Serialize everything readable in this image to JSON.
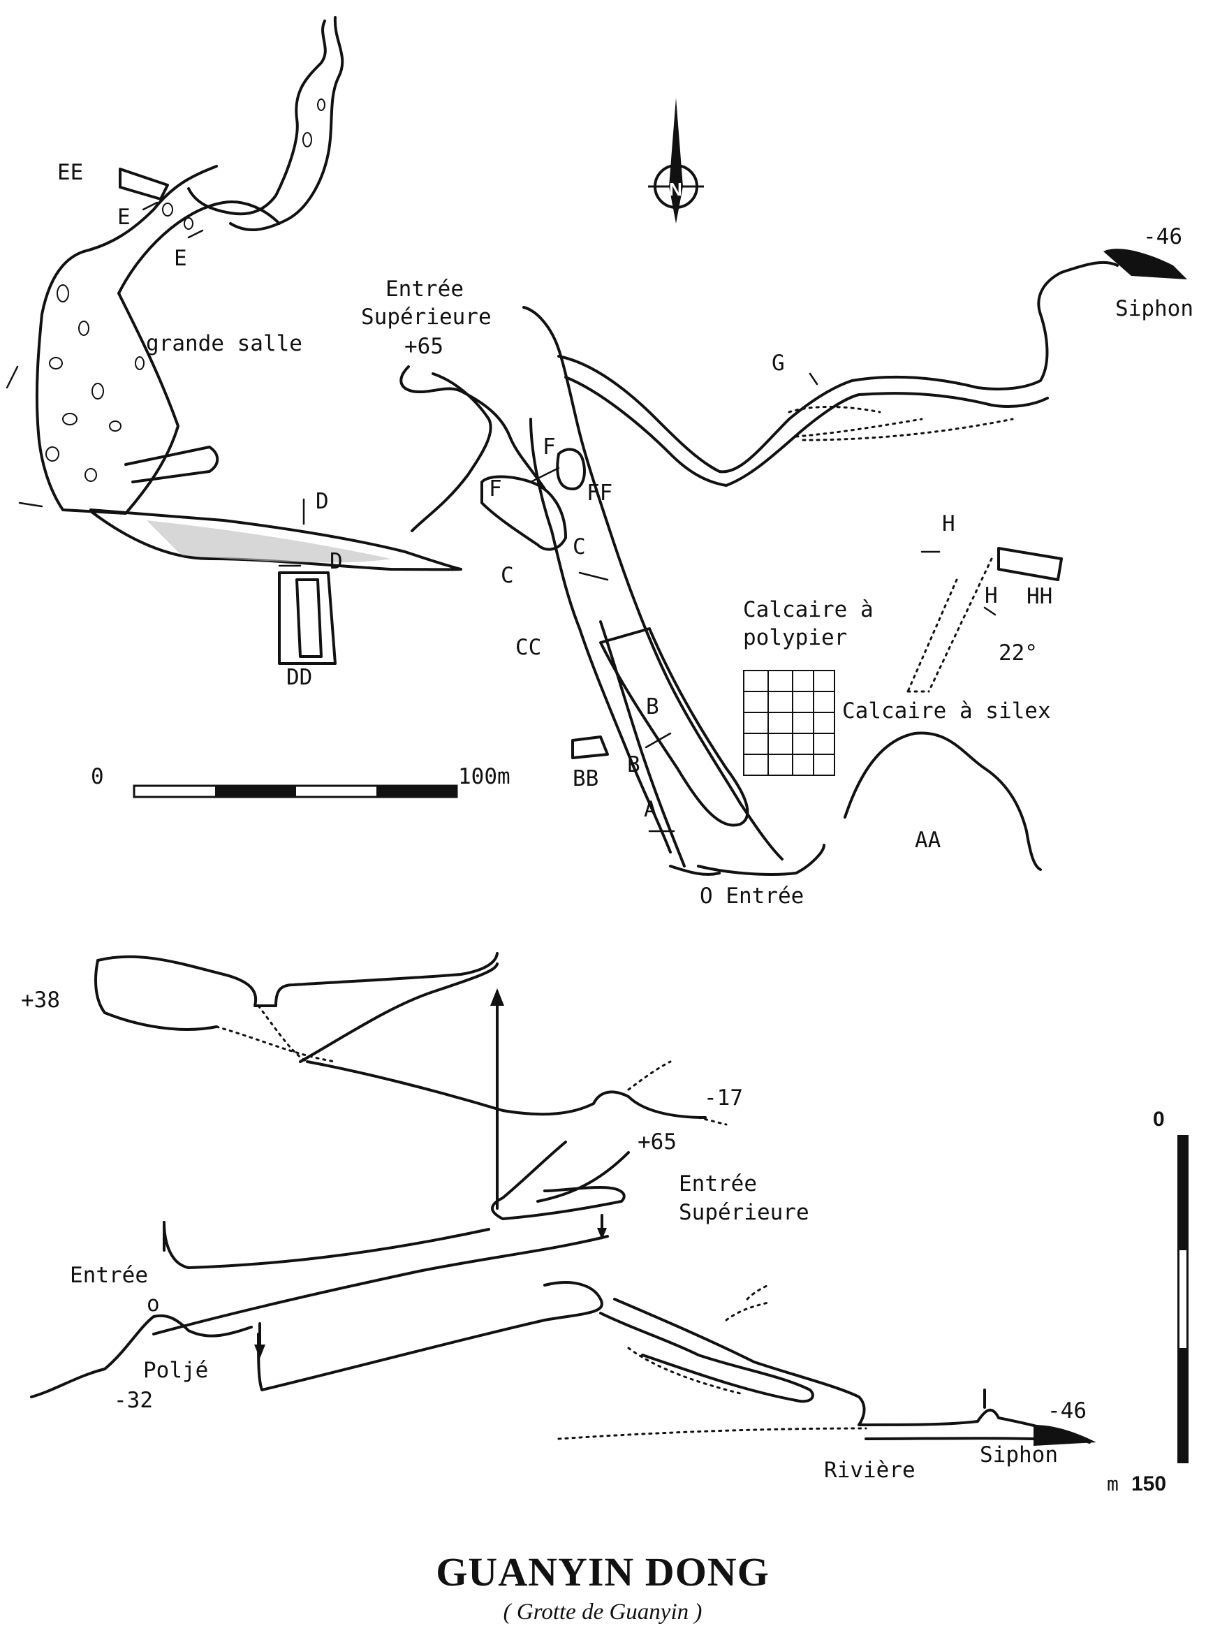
{
  "title": "GUANYIN DONG",
  "subtitle": "( Grotte de Guanyin )",
  "plan": {
    "labels": {
      "ee": "EE",
      "e1": "E",
      "e2": "E",
      "grande_salle": "grande salle",
      "entree_sup_1": "Entrée",
      "entree_sup_2": "Supérieure",
      "entree_sup_alt": "+65",
      "d1": "D",
      "d2": "D",
      "dd": "DD",
      "f1": "F",
      "f2": "F",
      "ff": "FF",
      "c1": "C",
      "c2": "C",
      "cc": "CC",
      "b1": "B",
      "b2": "B",
      "bb": "BB",
      "a": "A",
      "aa": "AA",
      "g": "G",
      "h1": "H",
      "h2": "H",
      "hh": "HH",
      "siphon": "Siphon",
      "siphon_alt": "-46",
      "calc_poly_1": "Calcaire à",
      "calc_poly_2": "polypier",
      "calc_silex": "Calcaire à silex",
      "dip": "22°",
      "entree": "O Entrée"
    },
    "scale": {
      "start": "0",
      "end": "100m"
    },
    "north": "N"
  },
  "section": {
    "labels": {
      "alt_38": "+38",
      "alt_m17": "-17",
      "alt_65": "+65",
      "entree_sup_1": "Entrée",
      "entree_sup_2": "Supérieure",
      "entree": "Entrée",
      "zero": "o",
      "polje": "Poljé",
      "alt_m32": "-32",
      "alt_m46": "-46",
      "siphon": "Siphon",
      "riviere": "Rivière"
    },
    "scale": {
      "top": "0",
      "bottom_unit": "m",
      "bottom": "150"
    }
  }
}
